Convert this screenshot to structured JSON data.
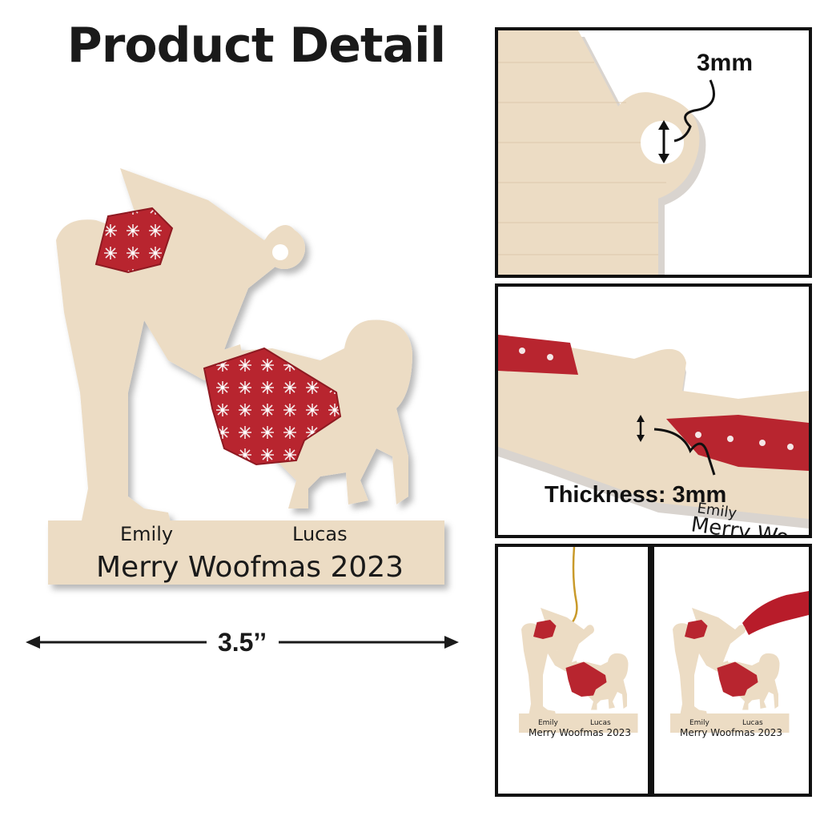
{
  "header": {
    "title": "Product Detail"
  },
  "ornament": {
    "name_left": "Emily",
    "name_right": "Lucas",
    "message": "Merry Woofmas 2023"
  },
  "dimension": {
    "width_label": "3.5’’"
  },
  "details": {
    "hole_label": "3mm",
    "thickness_label": "Thickness: 3mm",
    "angled_name": "Emily",
    "angled_message": "Merry Wo"
  },
  "colors": {
    "wood": "#ecdcc4",
    "wood_edge": "#d8c6aa",
    "scarf_red": "#b8252f",
    "scarf_dark": "#8f1a22",
    "gold_string": "#c99a2a",
    "ribbon_red": "#b81c2a"
  },
  "icons": [
    "double-arrow-icon",
    "curved-pointer-icon",
    "snowflake-pattern"
  ]
}
